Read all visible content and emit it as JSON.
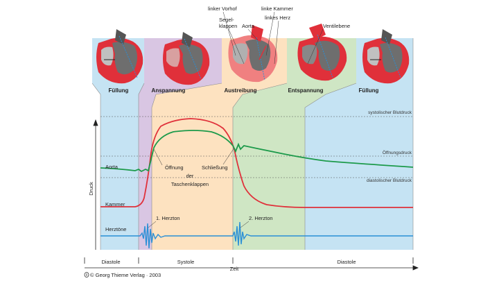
{
  "phases": {
    "fuellung_left": "Füllung",
    "anspannung": "Anspannung",
    "austreibung": "Austreibung",
    "entspannung": "Entspannung",
    "fuellung_right": "Füllung"
  },
  "anatomy": {
    "linker_vorhof": "linker Vorhof",
    "segelklappen_1": "Segel-",
    "segelklappen_2": "klappen",
    "aorta": "Aorta",
    "linke_kammer": "linke Kammer",
    "linkes_herz": "linkes Herz",
    "ventilebene": "Ventilebene"
  },
  "levels": {
    "systolisch": "systolischer Blutdruck",
    "oeffnungsdruck": "Öffnungsdruck",
    "diastolisch": "diastolischer Blutdruck"
  },
  "curves": {
    "aorta": "Aorta",
    "kammer": "Kammer",
    "herztoene": "Herztöne"
  },
  "annotations": {
    "oeffnung": "Öffnung",
    "schliessung": "Schließung",
    "der": "der",
    "taschenklappen": "Taschenklappen",
    "herzton1": "1. Herzton",
    "herzton2": "2. Herzton"
  },
  "axes": {
    "y_label": "Druck",
    "x_label": "Zeit",
    "diastole_left": "Diastole",
    "systole": "Systole",
    "diastole_right": "Diastole"
  },
  "credit": "© Georg Thieme Verlag · 2003",
  "credit_icon": "thieme-logo-icon",
  "colors": {
    "blue_band": "#c5e3f3",
    "purple_band": "#d9c6e3",
    "orange_band": "#fde2c0",
    "green_band": "#cfe6c4",
    "aorta_curve": "#1c9a4a",
    "kammer_curve": "#e0303a",
    "herztoene_curve": "#2a8fd6",
    "heart_red": "#e0303a",
    "heart_gray": "#6e6e6e"
  }
}
